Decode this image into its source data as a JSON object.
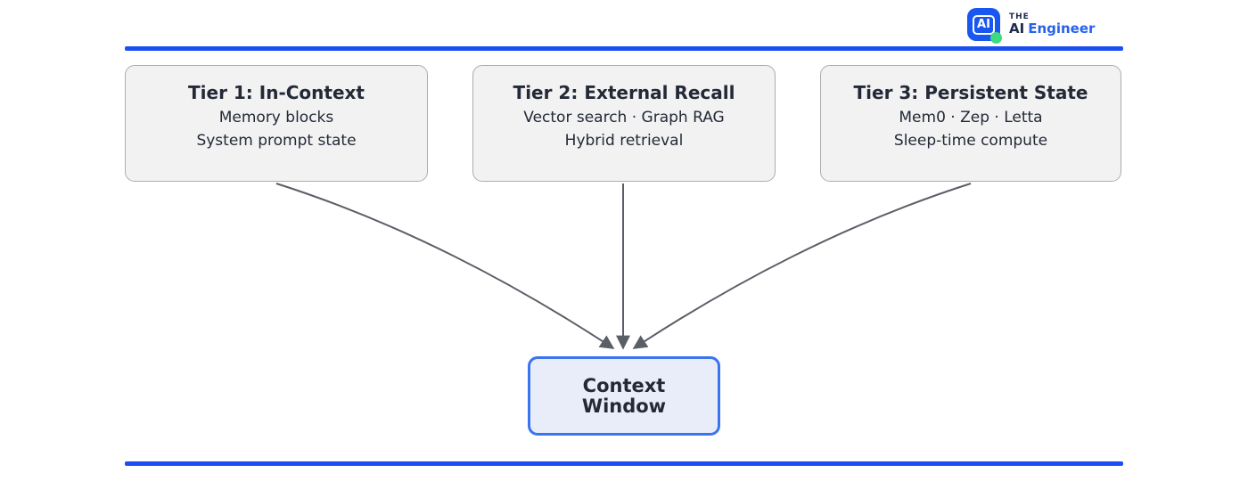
{
  "brand": {
    "icon_text": "AI",
    "the": "THE",
    "name_prefix": "AI",
    "name_suffix": "Engineer",
    "colors": {
      "icon_bg": "#1a56f0",
      "green_dot": "#3fd97f",
      "navy_text": "#1e2a4a",
      "blue_text": "#2563eb"
    }
  },
  "layout_colors": {
    "rule_blue": "#1c4ef2",
    "tier_fill": "#f2f2f2",
    "tier_border": "#a9adb3",
    "dark_text": "#232936",
    "target_fill": "#e9edfa",
    "target_border": "#3b74f0",
    "arrow_gray": "#5a5f66"
  },
  "diagram": {
    "tiers": [
      {
        "title": "Tier 1: In-Context",
        "lines": [
          "Memory blocks",
          "System prompt state"
        ]
      },
      {
        "title": "Tier 2: External Recall",
        "lines": [
          "Vector search · Graph RAG",
          "Hybrid retrieval"
        ]
      },
      {
        "title": "Tier 3: Persistent State",
        "lines": [
          "Mem0 · Zep · Letta",
          "Sleep-time compute"
        ]
      }
    ],
    "target": {
      "line1": "Context",
      "line2": "Window"
    },
    "edges": [
      {
        "from": "Tier 1: In-Context",
        "to": "Context Window"
      },
      {
        "from": "Tier 2: External Recall",
        "to": "Context Window"
      },
      {
        "from": "Tier 3: Persistent State",
        "to": "Context Window"
      }
    ]
  }
}
